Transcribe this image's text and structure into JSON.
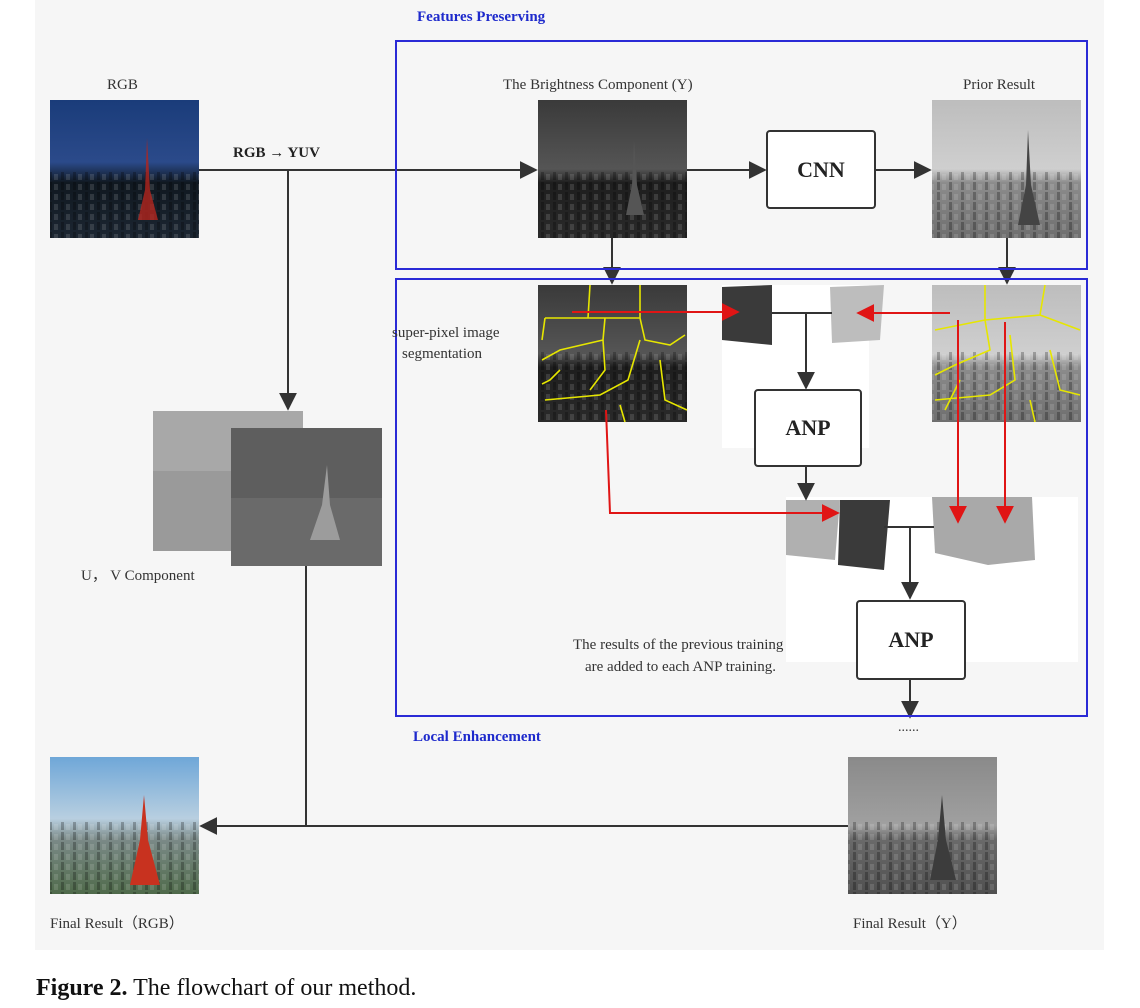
{
  "labels": {
    "features_preserving": "Features Preserving",
    "local_enhancement": "Local Enhancement",
    "rgb": "RGB",
    "rgb_to_yuv": "RGB → YUV",
    "brightness_component": "The Brightness Component (Y)",
    "prior_result": "Prior Result",
    "cnn": "CNN",
    "anp_1": "ANP",
    "anp_2": "ANP",
    "superpixel_line1": "super-pixel image",
    "superpixel_line2": "segmentation",
    "uv_component": "U， V Component",
    "note_line1": "The results of the previous training",
    "note_line2": "are added to each ANP training.",
    "ellipsis": "......",
    "final_rgb": "Final Result（RGB）",
    "final_y": "Final Result（Y）"
  },
  "caption": {
    "prefix": "Figure 2.",
    "text": "The flowchart of our method."
  },
  "colors": {
    "frame_blue": "#2a2ad6",
    "arrow_red": "#e01515",
    "arrow_gray": "#333333",
    "segment_yellow": "#e6e600"
  }
}
